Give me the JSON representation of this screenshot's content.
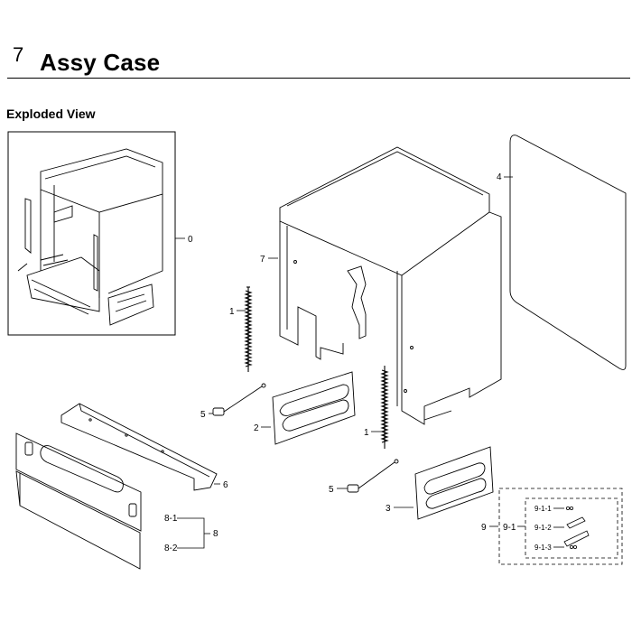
{
  "header": {
    "section_number": "7",
    "section_title": "Assy Case",
    "subtitle": "Exploded View"
  },
  "callouts": {
    "c0": "0",
    "c1a": "1",
    "c1b": "1",
    "c2": "2",
    "c3": "3",
    "c4": "4",
    "c5a": "5",
    "c5b": "5",
    "c6": "6",
    "c7": "7",
    "c8": "8",
    "c8_1": "8-1",
    "c8_2": "8-2",
    "c9": "9",
    "c9_1": "9-1",
    "c9_1_1": "9-1-1",
    "c9_1_2": "9-1-2",
    "c9_1_3": "9-1-3"
  }
}
